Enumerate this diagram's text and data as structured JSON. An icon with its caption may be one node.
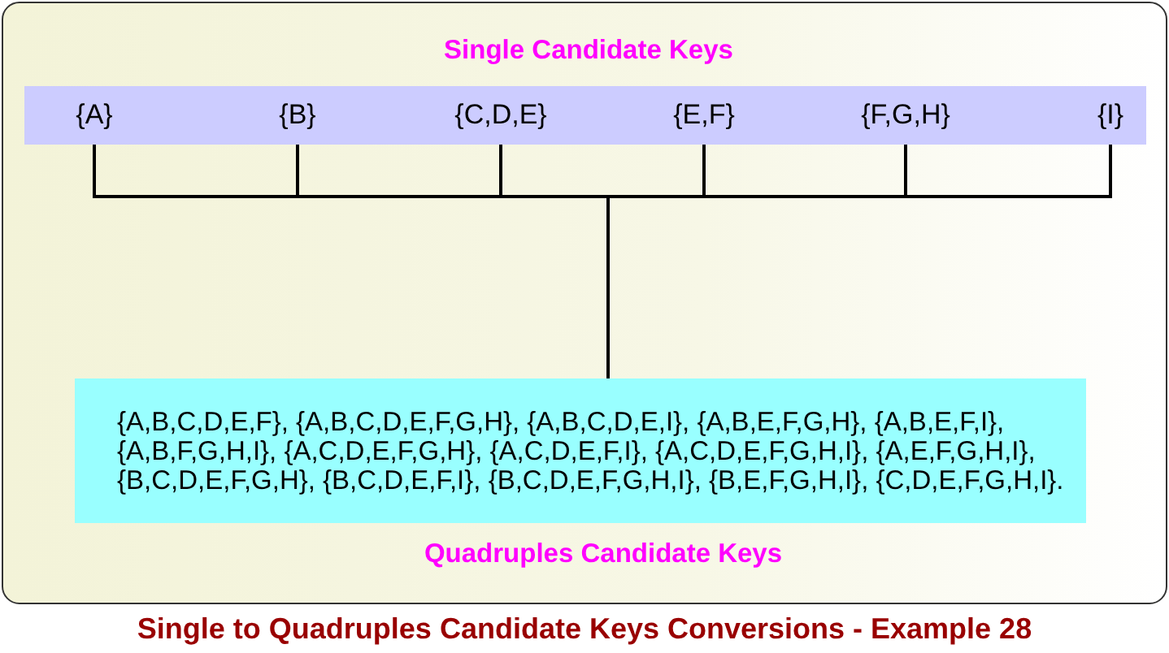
{
  "diagram": {
    "caption": "Single to Quadruples Candidate Keys Conversions - Example 28",
    "nodes": [
      {
        "text": [],
        "shape": "box"
      },
      {
        "text": [
          "Single Candidate Keys"
        ],
        "in": 0
      },
      {
        "text": [
          "{A}"
        ],
        "in": 1
      },
      {
        "text": [
          "{B}"
        ],
        "in": 1
      },
      {
        "text": [
          "{C,D,E}"
        ],
        "in": 1
      },
      {
        "text": [
          "{E,F}"
        ],
        "in": 1
      },
      {
        "text": [
          "{F,G,H}"
        ],
        "in": 1
      },
      {
        "text": [
          "{I}"
        ],
        "in": 1
      },
      {
        "text": [
          "{A,B,C,D,E,F}, {A,B,C,D,E,F,G,H}, {A,B,C,D,E,I}, {A,B,E,F,G,H}, {A,B,E,F,I}, {A,B,F,G,H,I}, {A,C,D,E,F,G,H}, {A,C,D,E,F,I}, {A,C,D,E,F,G,H,I}, {A,E,F,G,H,I}, {B,C,D,E,F,G,H}, {B,C,D,E,F,I}, {B,C,D,E,F,G,H,I}, {B,E,F,G,H,I}, {C,D,E,F,G,H,I}.",
          "Quadruples Candidate Keys"
        ],
        "in": 0
      }
    ],
    "edges": [
      {
        "from": 2,
        "to": 8,
        "arrow": "none"
      },
      {
        "from": 3,
        "to": 8,
        "arrow": "none"
      },
      {
        "from": 4,
        "to": 8,
        "arrow": "none"
      },
      {
        "from": 5,
        "to": 8,
        "arrow": "none"
      },
      {
        "from": 6,
        "to": 8,
        "arrow": "none"
      },
      {
        "from": 7,
        "to": 8,
        "arrow": "none"
      }
    ]
  }
}
